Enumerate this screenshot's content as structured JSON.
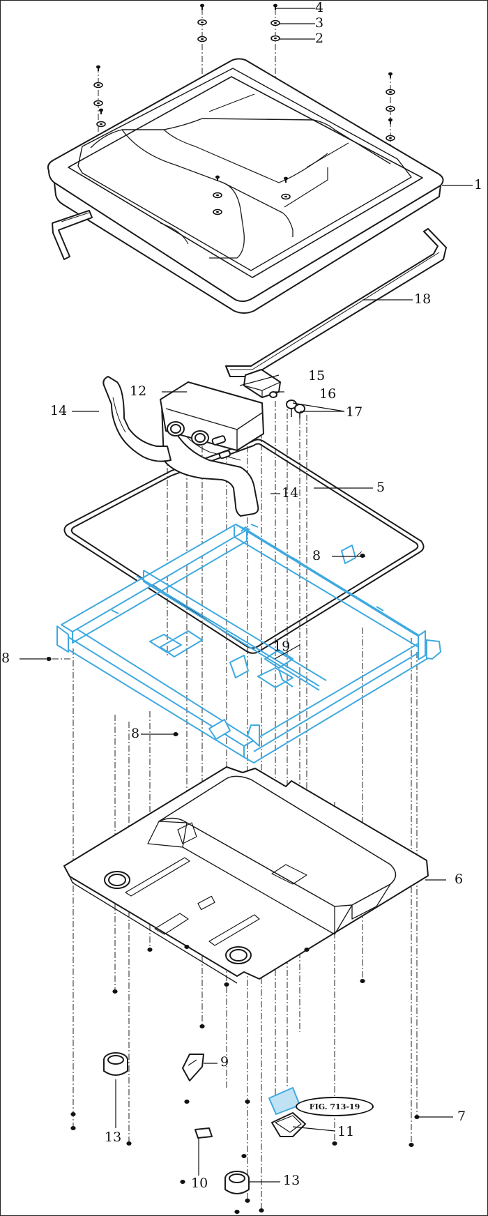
{
  "figure_label": "FIG. 713-19",
  "callouts": {
    "c1": "1",
    "c2": "2",
    "c3": "3",
    "c4": "4",
    "c5": "5",
    "c6": "6",
    "c7": "7",
    "c8a": "8",
    "c8b": "8",
    "c8c": "8",
    "c9": "9",
    "c10": "10",
    "c11": "11",
    "c12": "12",
    "c13a": "13",
    "c13b": "13",
    "c14a": "14",
    "c14b": "14",
    "c15": "15",
    "c16": "16",
    "c17": "17",
    "c18": "18",
    "c19": "19"
  },
  "colors": {
    "line": "#1a1a1a",
    "highlight": "#3fa9e0",
    "background": "#ffffff"
  }
}
